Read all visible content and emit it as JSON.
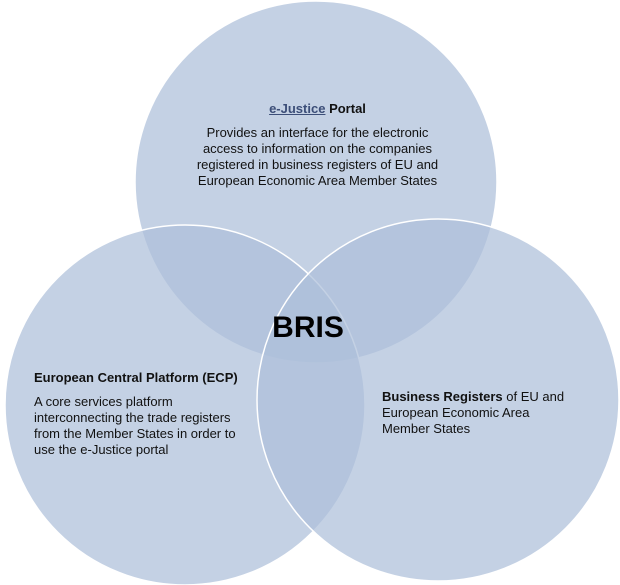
{
  "circles": {
    "top": {
      "link_label": "e-Justice",
      "title_suffix": " Portal",
      "description_lines": [
        "Provides an interface for the electronic",
        "access to information on the companies",
        "registered in business registers of EU and",
        "European Economic Area Member States"
      ]
    },
    "left": {
      "title": "European Central Platform (ECP)",
      "description_lines": [
        "A core services platform",
        "interconnecting the trade registers",
        "from the Member States in order to",
        "use the e-Justice portal"
      ]
    },
    "right": {
      "title": "Business Registers",
      "description_lines": [
        " of EU and",
        "European Economic Area",
        "Member States"
      ]
    }
  },
  "center": {
    "label": "BRIS"
  },
  "colors": {
    "circle_fill": "#adbfd9",
    "link": "#3c4e78"
  }
}
